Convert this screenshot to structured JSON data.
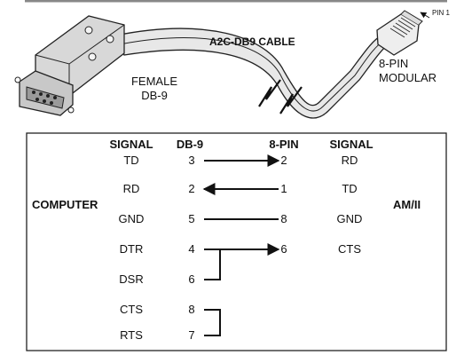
{
  "cable": {
    "name": "A2C-DB9 CABLE",
    "left_connector": [
      "FEMALE",
      "DB-9"
    ],
    "right_connector": [
      "8-PIN",
      "MODULAR"
    ],
    "pin1": "PIN 1"
  },
  "table": {
    "headers": {
      "signal_left": "SIGNAL",
      "db9": "DB-9",
      "pin8": "8-PIN",
      "signal_right": "SIGNAL"
    },
    "left_side": "COMPUTER",
    "right_side": "AM/II",
    "rows": [
      {
        "left_signal": "TD",
        "db9": "3",
        "pin8": "2",
        "right_signal": "RD",
        "link": "db9-to-8pin"
      },
      {
        "left_signal": "RD",
        "db9": "2",
        "pin8": "1",
        "right_signal": "TD",
        "link": "8pin-to-db9"
      },
      {
        "left_signal": "GND",
        "db9": "5",
        "pin8": "8",
        "right_signal": "GND",
        "link": "line"
      },
      {
        "left_signal": "DTR",
        "db9": "4",
        "pin8": "6",
        "right_signal": "CTS",
        "link": "db9-to-8pin"
      },
      {
        "left_signal": "DSR",
        "db9": "6",
        "pin8": "",
        "right_signal": "",
        "link": "jumper-to-4"
      },
      {
        "left_signal": "CTS",
        "db9": "8",
        "pin8": "",
        "right_signal": "",
        "link": ""
      },
      {
        "left_signal": "RTS",
        "db9": "7",
        "pin8": "",
        "right_signal": "",
        "link": "jumper-to-8"
      }
    ]
  }
}
